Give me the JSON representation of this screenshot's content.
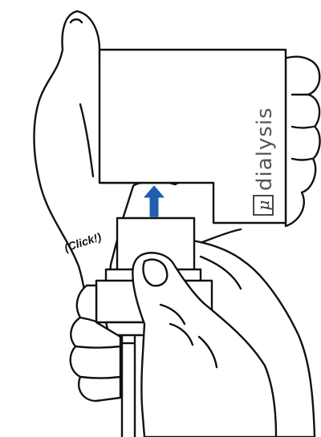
{
  "brand": {
    "logo_letter": "μ",
    "name": "dialysis"
  },
  "annotation": {
    "click_label": "(Click!)"
  },
  "colors": {
    "outline": "#111111",
    "fill": "#ffffff",
    "arrow": "#1f5fae"
  },
  "icons": {
    "arrow": "arrow-up-icon",
    "logo": "mu-logo-icon"
  }
}
